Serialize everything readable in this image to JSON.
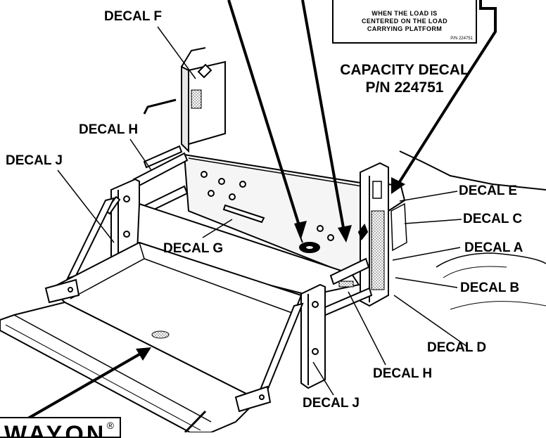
{
  "labels": {
    "decal_f": "DECAL F",
    "decal_h_upper": "DECAL H",
    "decal_j_left": "DECAL J",
    "decal_g": "DECAL G",
    "decal_e": "DECAL E",
    "decal_c": "DECAL C",
    "decal_a": "DECAL A",
    "decal_b": "DECAL B",
    "decal_d": "DECAL D",
    "decal_h_lower": "DECAL H",
    "decal_j_bottom": "DECAL J"
  },
  "capacity": {
    "title_line1": "CAPACITY DECAL",
    "title_line2": "P/N 224751",
    "decal_line1": "WHEN THE LOAD IS",
    "decal_line2": "CENTERED ON THE LOAD",
    "decal_line3": "CARRYING PLATFORM",
    "decal_pn": "P/N 224751"
  },
  "logo": {
    "text": "WAYON",
    "reg": "®"
  }
}
